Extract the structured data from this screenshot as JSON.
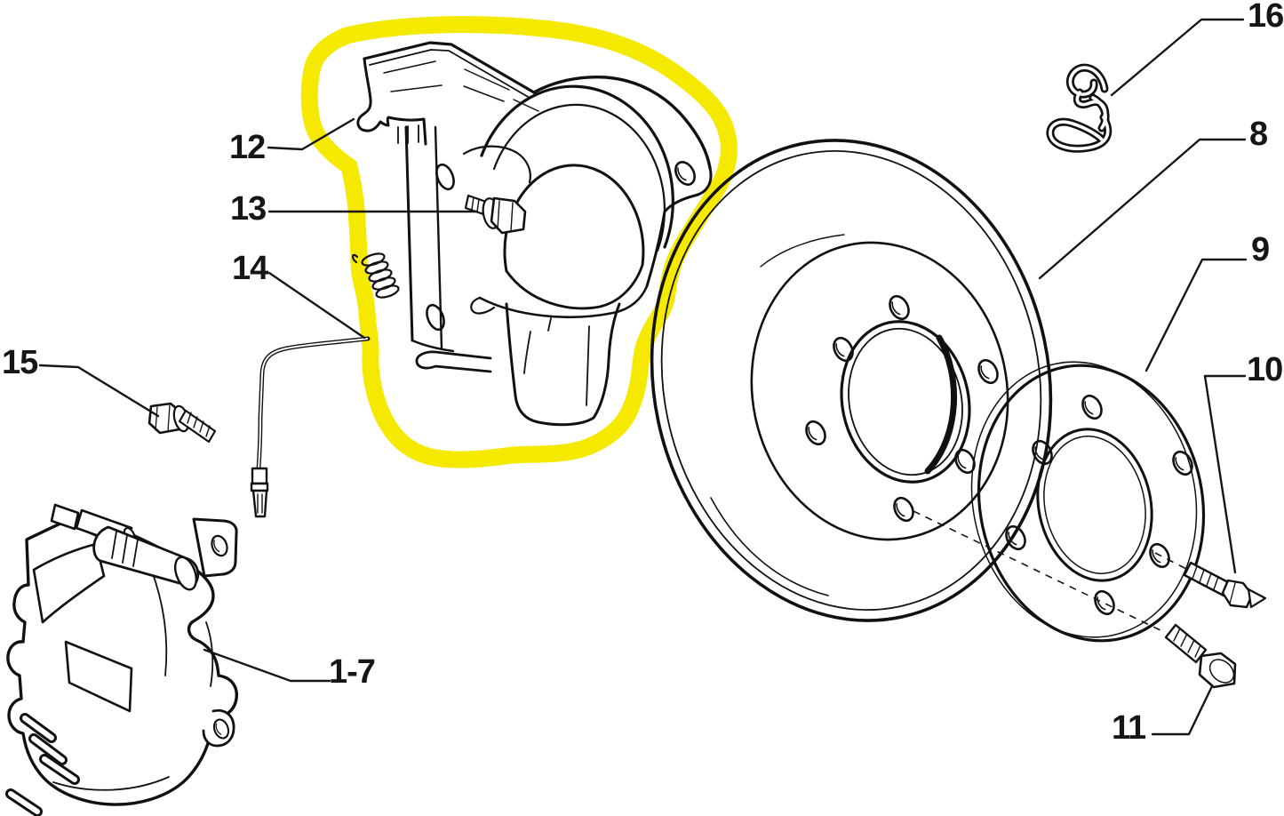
{
  "callouts": {
    "p1_7": {
      "text": "1-7"
    },
    "p8": {
      "text": "8"
    },
    "p9": {
      "text": "9"
    },
    "p10": {
      "text": "10"
    },
    "p11": {
      "text": "11"
    },
    "p12": {
      "text": "12"
    },
    "p13": {
      "text": "13"
    },
    "p14": {
      "text": "14"
    },
    "p15": {
      "text": "15"
    },
    "p16": {
      "text": "16"
    }
  },
  "colors": {
    "highlight": "#F6E900",
    "line": "#111111",
    "background": "#FFFFFF"
  }
}
